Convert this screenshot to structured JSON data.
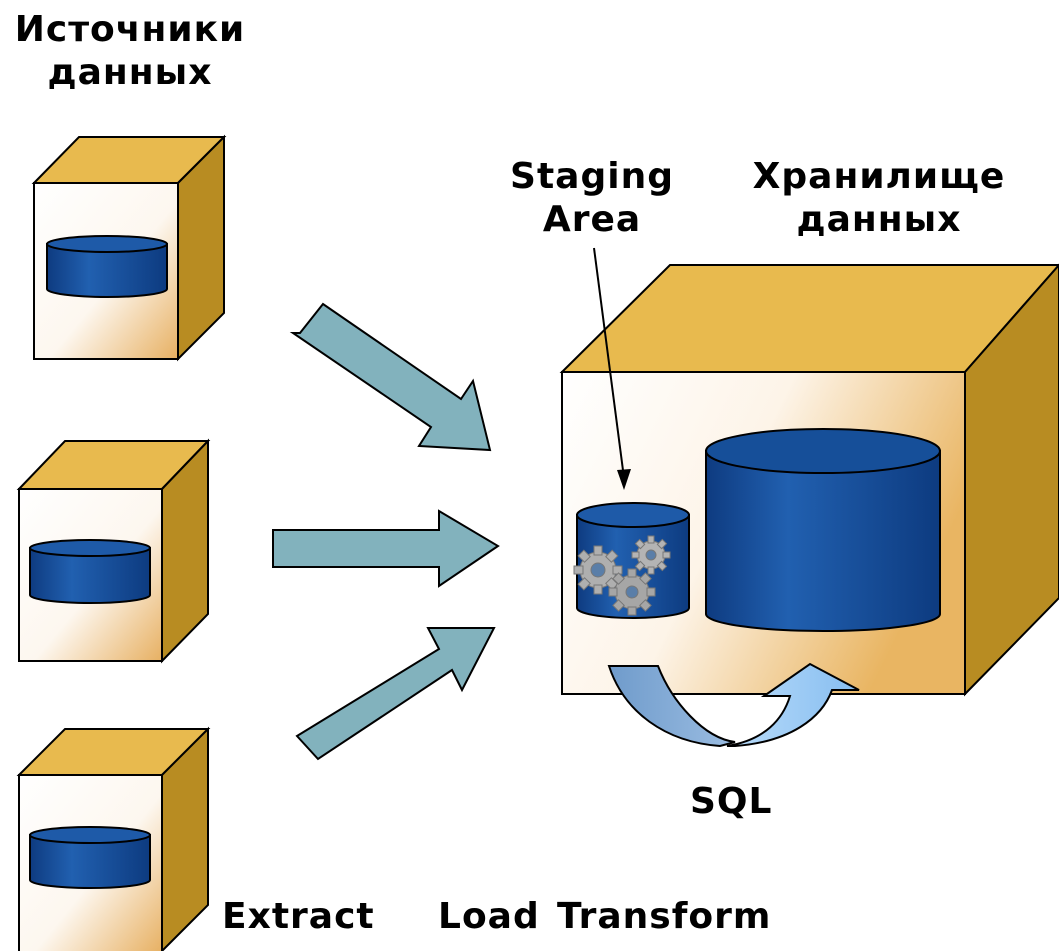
{
  "labels": {
    "sources_line1": "Источники",
    "sources_line2": "данных",
    "staging_line1": "Staging",
    "staging_line2": "Area",
    "warehouse_line1": "Хранилище",
    "warehouse_line2": "данных",
    "sql": "SQL",
    "extract": "Extract",
    "load": "Load",
    "transform": "Transform"
  },
  "colors": {
    "cube_top": "#E8BA4E",
    "cube_side": "#B88C22",
    "cube_front_light": "#FFFFFF",
    "cube_front_warm": "#E9B56A",
    "cylinder_dark": "#0F3F86",
    "cylinder_mid": "#1E5AA8",
    "arrow_teal": "#82B2BD",
    "loop_left": "#7EA6D2",
    "loop_right": "#9FCBF2",
    "gear": "#A8A8A8"
  },
  "icons": {
    "source_database": "database-server-icon",
    "warehouse": "data-warehouse-icon",
    "staging": "staging-database-gears-icon",
    "flow": "right-arrow-icon",
    "loop": "curved-arrow-icon"
  }
}
